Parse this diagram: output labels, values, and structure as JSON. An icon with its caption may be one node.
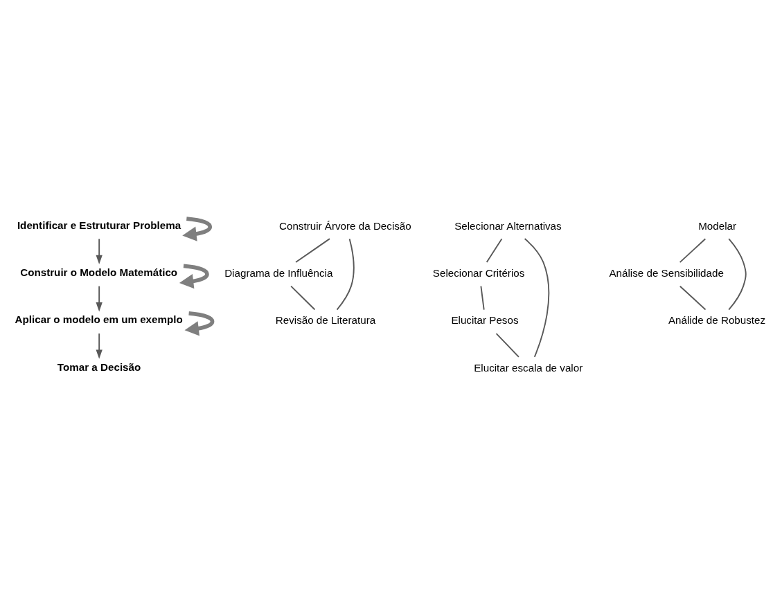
{
  "diagram": {
    "nodes": [
      {
        "text": [
          "Identificar e Estruturar Problema"
        ]
      },
      {
        "text": [
          "Construir Árvore da Decisão"
        ]
      },
      {
        "text": [
          "Diagrama de Influência"
        ]
      },
      {
        "text": [
          "Revisão de Literatura"
        ]
      },
      {
        "text": [
          "Construir o Modelo Matemático"
        ]
      },
      {
        "text": [
          "Selecionar Alternativas"
        ]
      },
      {
        "text": [
          "Elucitar escala de valor"
        ]
      },
      {
        "text": [
          "Selecionar Critérios"
        ]
      },
      {
        "text": [
          "Elucitar Pesos"
        ]
      },
      {
        "text": [
          "Aplicar o modelo em um exemplo"
        ]
      },
      {
        "text": [
          "Modelar"
        ]
      },
      {
        "text": [
          "Análise de Sensibilidade"
        ]
      },
      {
        "text": [
          "Análide de Robustez"
        ]
      },
      {
        "text": [
          "Tomar a Decisão"
        ]
      }
    ],
    "edges": [
      {
        "from": 0,
        "to": 0,
        "arrow": "to",
        "style": "thick",
        "color": "#7f7f7f"
      },
      {
        "from": 1,
        "to": 2,
        "arrow": "none"
      },
      {
        "from": 2,
        "to": 3,
        "arrow": "none"
      },
      {
        "from": 3,
        "to": 1,
        "arrow": "none"
      },
      {
        "from": 0,
        "to": 4,
        "arrow": "to"
      },
      {
        "from": 4,
        "to": 4,
        "arrow": "to",
        "style": "thick",
        "color": "#7f7f7f"
      },
      {
        "from": 5,
        "to": 7,
        "arrow": "none"
      },
      {
        "from": 7,
        "to": 8,
        "arrow": "none"
      },
      {
        "from": 8,
        "to": 6,
        "arrow": "none"
      },
      {
        "from": 6,
        "to": 5,
        "arrow": "none"
      },
      {
        "from": 4,
        "to": 9,
        "arrow": "to"
      },
      {
        "from": 9,
        "to": 9,
        "arrow": "to",
        "style": "thick",
        "color": "#7f7f7f"
      },
      {
        "from": 10,
        "to": 11,
        "arrow": "none"
      },
      {
        "from": 11,
        "to": 12,
        "arrow": "none"
      },
      {
        "from": 12,
        "to": 10,
        "arrow": "none"
      },
      {
        "from": 9,
        "to": 13,
        "arrow": "to"
      }
    ]
  }
}
